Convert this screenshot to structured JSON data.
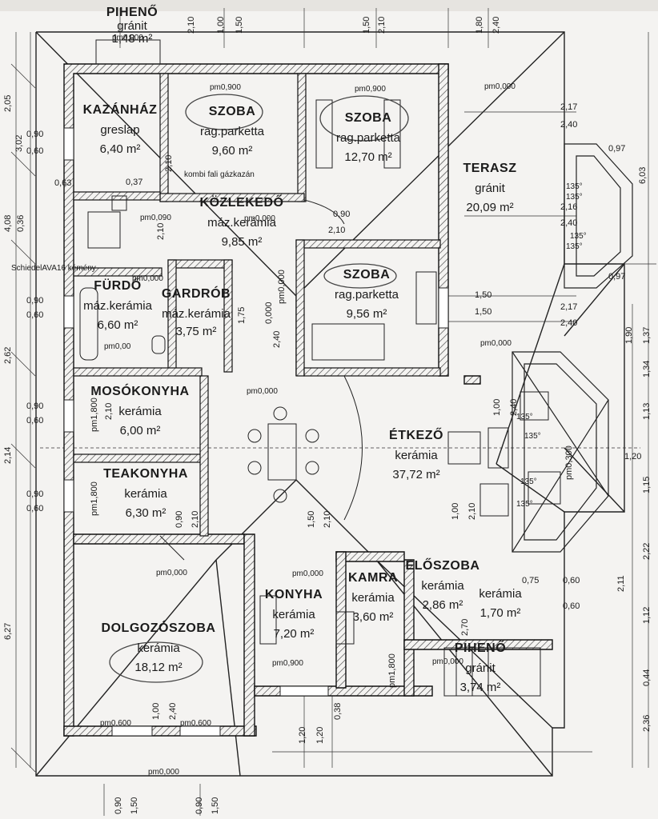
{
  "rooms": [
    {
      "id": "piheno-top",
      "name": "PIHENŐ",
      "material": "gránit",
      "area": "1,48 m²"
    },
    {
      "id": "kazanhaz",
      "name": "KAZÁNHÁZ",
      "material": "greslap",
      "area": "6,40 m²"
    },
    {
      "id": "szoba1",
      "name": "SZOBA",
      "material": "rag.parketta",
      "area": "9,60 m²"
    },
    {
      "id": "szoba2",
      "name": "SZOBA",
      "material": "rag.parketta",
      "area": "12,70 m²"
    },
    {
      "id": "terasz",
      "name": "TERASZ",
      "material": "gránit",
      "area": "20,09 m²"
    },
    {
      "id": "kozlekedo",
      "name": "KÖZLEKEDŐ",
      "material": "máz.kerámia",
      "area": "9,85 m²"
    },
    {
      "id": "furdo",
      "name": "FÜRDŐ",
      "material": "máz.kerámia",
      "area": "6,60 m²"
    },
    {
      "id": "gardrob",
      "name": "GARDRÓB",
      "material": "máz.kerámia",
      "area": "3,75 m²"
    },
    {
      "id": "szoba3",
      "name": "SZOBA",
      "material": "rag.parketta",
      "area": "9,56 m²"
    },
    {
      "id": "mosokonyha",
      "name": "MOSÓKONYHA",
      "material": "kerámia",
      "area": "6,00 m²"
    },
    {
      "id": "etkezo",
      "name": "ÉTKEZŐ",
      "material": "kerámia",
      "area": "37,72 m²"
    },
    {
      "id": "teakonyha",
      "name": "TEAKONYHA",
      "material": "kerámia",
      "area": "6,30 m²"
    },
    {
      "id": "dolgozoszoba",
      "name": "DOLGOZÓSZOBA",
      "material": "kerámia",
      "area": "18,12 m²"
    },
    {
      "id": "konyha",
      "name": "KONYHA",
      "material": "kerámia",
      "area": "7,20 m²"
    },
    {
      "id": "kamra",
      "name": "KAMRA",
      "material": "kerámia",
      "area": "3,60 m²"
    },
    {
      "id": "eloszoba",
      "name": "ELŐSZOBA",
      "material": "kerámia",
      "area": "2,86 m²"
    },
    {
      "id": "szelfogo",
      "name": "",
      "material": "kerámia",
      "area": "1,70 m²"
    },
    {
      "id": "piheno-bottom",
      "name": "PIHENŐ",
      "material": "gránit",
      "area": "3,74 m²"
    }
  ],
  "notes": {
    "gazkazan": "kombi fali gázkazán",
    "kemeny": "SchiedelAVA16 kémény"
  },
  "levels": {
    "pm0_000": "pm0,000",
    "pm0_900": "pm0,900",
    "pm0_600": "pm0,600",
    "pm0_00": "pm0,00",
    "pm0_090": "pm0,090",
    "pm0_300": "pm0,300",
    "pm1_800": "pm1,800"
  },
  "dims": {
    "d205": "2,05",
    "d302": "3,02",
    "d408": "4,08",
    "d036": "0,36",
    "d262": "2,62",
    "d214": "2,14",
    "d627": "6,27",
    "d090": "0,90",
    "d060": "0,60",
    "d063": "0,63",
    "d037": "0,37",
    "d210": "2,10",
    "d150": "1,50",
    "d240": "2,40",
    "d217": "2,17",
    "d216": "2,16",
    "d603": "6,03",
    "d097": "0,97",
    "d190": "1,90",
    "d137": "1,37",
    "d134": "1,34",
    "d113": "1,13",
    "d120": "1,20",
    "d115": "1,15",
    "d222": "2,22",
    "d112": "1,12",
    "d044": "0,44",
    "d236": "2,36",
    "d100": "1,00",
    "d211": "2,11",
    "d075": "0,75",
    "d038": "0,38",
    "d270": "2,70",
    "d175": "1,75",
    "d180": "1,80",
    "d000": "0,000"
  },
  "angles": {
    "a135": "135°"
  }
}
